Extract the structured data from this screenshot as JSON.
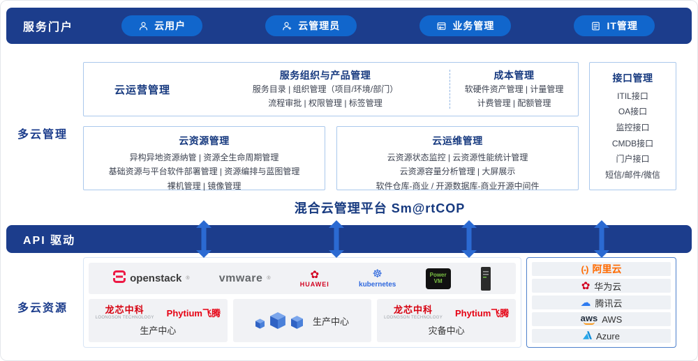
{
  "colors": {
    "band_navy": "#1c3d8c",
    "pill_blue": "#1166cc",
    "arrow_blue": "#2b6ad2",
    "title_navy": "#16397f",
    "box_border_blue": "#aac8ec",
    "alibaba_orange": "#ff6a00",
    "huawei_red": "#d2001f",
    "kubernetes_blue": "#3069de",
    "tencent_blue": "#2e7bf0",
    "aws_orange": "#f7981d",
    "azure_blue": "#0f8ddb",
    "loongson_red": "#d6000f",
    "phytium_red": "#e60012",
    "openstack_red": "#ed1944"
  },
  "portal": {
    "label": "服务门户",
    "pills": [
      {
        "label": "云用户"
      },
      {
        "label": "云管理员"
      },
      {
        "label": "业务管理"
      },
      {
        "label": "IT管理"
      }
    ]
  },
  "sections": {
    "management_label": "多云管理",
    "api_label": "API 驱动",
    "resources_label": "多云资源"
  },
  "platform_title": "混合云管理平台 Sm@rtCOP",
  "operations": {
    "title": "云运营管理",
    "service": {
      "title": "服务组织与产品管理",
      "lines": [
        "服务目录 | 组织管理（项目/环境/部门）",
        "流程审批 | 权限管理 | 标签管理"
      ]
    },
    "cost": {
      "title": "成本管理",
      "lines": [
        "软硬件资产管理 | 计量管理",
        "计费管理 | 配额管理"
      ]
    }
  },
  "resource_mgmt": {
    "title": "云资源管理",
    "lines": [
      "异构异地资源纳管 | 资源全生命周期管理",
      "基础资源与平台软件部署管理 | 资源编排与蓝图管理",
      "裸机管理 | 镜像管理"
    ]
  },
  "ops_mgmt": {
    "title": "云运维管理",
    "lines": [
      "云资源状态监控 | 云资源性能统计管理",
      "云资源容量分析管理 | 大屏展示",
      "软件仓库-商业 / 开源数据库-商业开源中间件"
    ]
  },
  "interface_mgmt": {
    "title": "接口管理",
    "items": [
      "ITIL接口",
      "OA接口",
      "监控接口",
      "CMDB接口",
      "门户接口",
      "短信/邮件/微信"
    ]
  },
  "infra": {
    "vendors": {
      "openstack": "openstack",
      "openstack_mark": "®",
      "vmware": "vmware",
      "vmware_mark": "®",
      "huawei": "HUAWEI",
      "kubernetes": "kubernetes",
      "powervm_top": "Power",
      "powervm_bottom": "VM"
    },
    "loongson_cn": "龙芯中科",
    "loongson_en": "LOONGSON TECHNOLOGY",
    "phytium": "Phytium飞腾",
    "centers": [
      {
        "caption": "生产中心"
      },
      {
        "caption": "生产中心"
      },
      {
        "caption": "灾备中心"
      }
    ],
    "clouds": {
      "alibaba_mark": "(-)",
      "alibaba": "阿里云",
      "huawei": "华为云",
      "tencent": "腾讯云",
      "aws_word": "aws",
      "aws": "AWS",
      "azure": "Azure"
    }
  }
}
